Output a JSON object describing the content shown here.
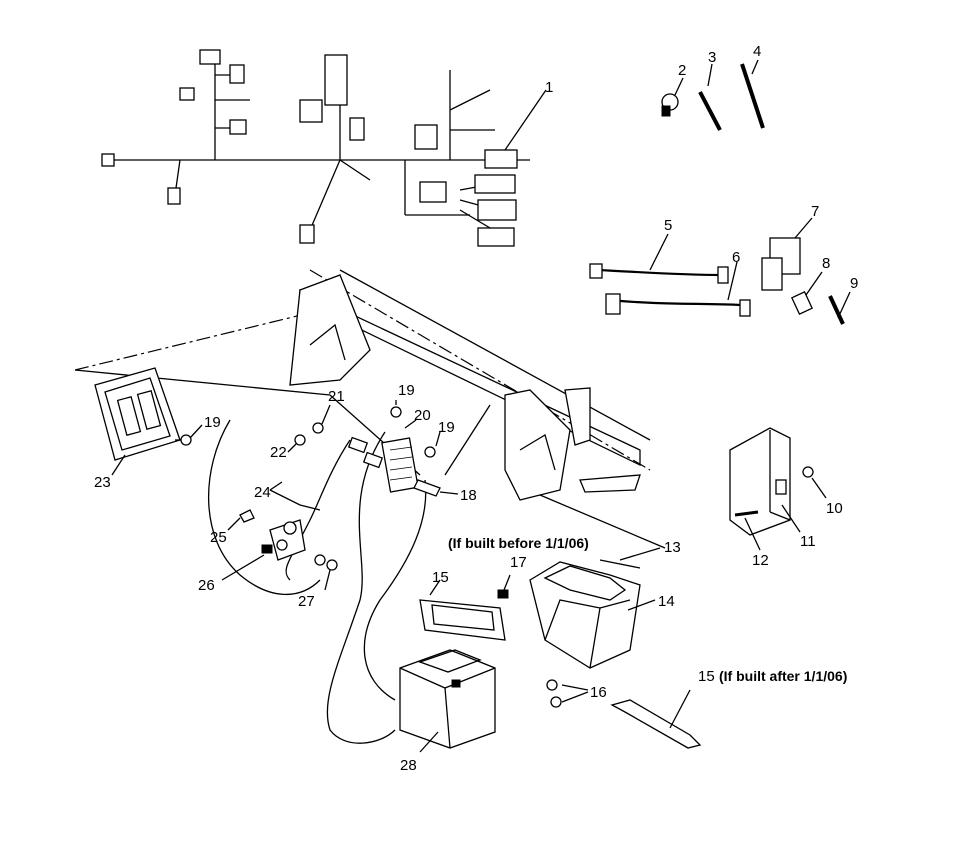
{
  "callouts": [
    "1",
    "2",
    "3",
    "4",
    "5",
    "6",
    "7",
    "8",
    "9",
    "10",
    "11",
    "12",
    "13",
    "14",
    "15",
    "16",
    "17",
    "18",
    "19",
    "19",
    "19",
    "20",
    "21",
    "22",
    "23",
    "24",
    "25",
    "26",
    "27",
    "28"
  ],
  "notes": {
    "before": "(If built before 1/1/06)",
    "after_prefix": "15",
    "after": "(If built after 1/1/06)"
  }
}
